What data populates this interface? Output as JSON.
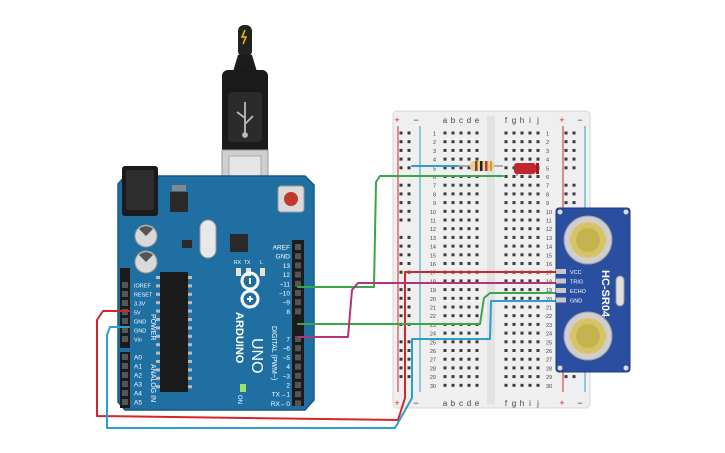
{
  "arduino": {
    "brand": "ARDUINO",
    "model": "UNO",
    "header_top": [
      "AREF",
      "GND",
      "13",
      "12",
      "~11",
      "~10",
      "~9",
      "8"
    ],
    "header_bottom": [
      "7",
      "~6",
      "~5",
      "4",
      "~3",
      "2",
      "TX→1",
      "RX←0"
    ],
    "power_pins": [
      "IOREF",
      "RESET",
      "3.3V",
      "5V",
      "GND",
      "GND",
      "Vin"
    ],
    "analog_pins": [
      "A0",
      "A1",
      "A2",
      "A3",
      "A4",
      "A5"
    ],
    "power_label": "POWER",
    "analog_label": "ANALOG IN",
    "digital_label": "DIGITAL (PWM~)",
    "led_labels": [
      "RX",
      "TX",
      "L"
    ],
    "on_label": "ON"
  },
  "breadboard": {
    "cols_left": [
      "a",
      "b",
      "c",
      "d",
      "e"
    ],
    "cols_right": [
      "f",
      "g",
      "h",
      "i",
      "j"
    ],
    "rows": [
      "1",
      "2",
      "3",
      "4",
      "5",
      "6",
      "7",
      "8",
      "9",
      "10",
      "11",
      "12",
      "13",
      "14",
      "15",
      "16",
      "17",
      "18",
      "19",
      "20",
      "21",
      "22",
      "23",
      "24",
      "25",
      "26",
      "27",
      "28",
      "29",
      "30"
    ],
    "plus": "+",
    "minus": "−"
  },
  "sensor": {
    "name": "HC-SR04",
    "pins": [
      "VCC",
      "TRIG",
      "ECHO",
      "GND"
    ]
  },
  "colors": {
    "board": "#1f6fa3",
    "sensor": "#2a4fa0",
    "wire_red": "#d1262b",
    "wire_blue": "#2a9fd0",
    "wire_green": "#3aa64c",
    "wire_magenta": "#b0357e",
    "breadboard": "#efefef"
  }
}
